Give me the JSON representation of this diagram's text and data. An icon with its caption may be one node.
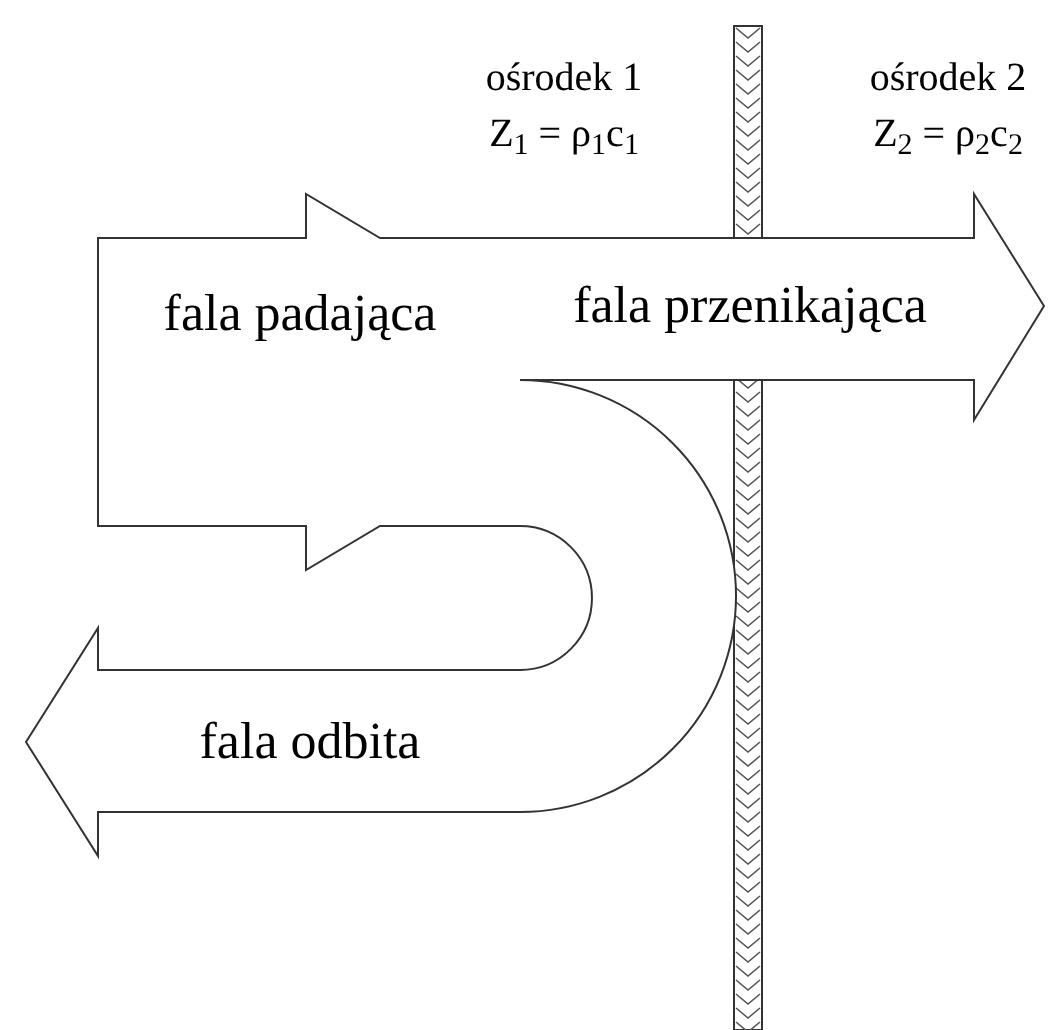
{
  "diagram": {
    "nodes": [
      {
        "text": [
          "fala padająca"
        ]
      },
      {
        "text": [
          "fala przenikająca"
        ]
      },
      {
        "text": [
          "fala odbita"
        ]
      }
    ],
    "labels": [
      "ośrodek 1",
      "Z$_{1}$ = ρ$_{1}$c$_{1}$",
      "ośrodek 2",
      "Z$_{2}$ = ρ$_{2}$c$_{2}$"
    ]
  }
}
